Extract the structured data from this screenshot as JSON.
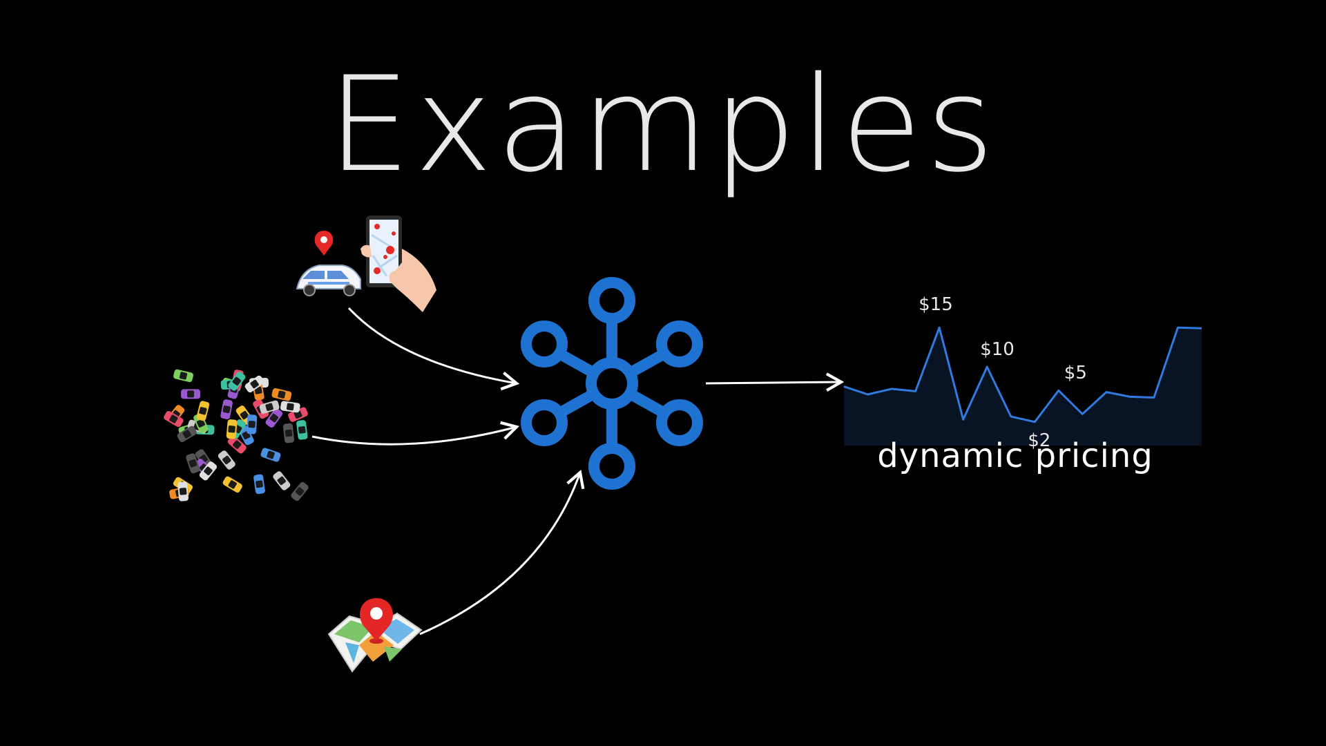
{
  "slide": {
    "title": "Examples",
    "caption": "dynamic pricing",
    "hub_icon": "network-hub-icon",
    "inputs": [
      {
        "icon": "ride-hailing-app-icon"
      },
      {
        "icon": "traffic-cars-icon"
      },
      {
        "icon": "map-location-pin-icon"
      }
    ],
    "colors": {
      "background": "#000000",
      "hub": "#1e73d2",
      "price_line": "#2f7be0",
      "chart_fill": "#081324",
      "arrows": "#ffffff"
    }
  },
  "chart_data": {
    "type": "line",
    "title": "",
    "xlabel": "",
    "ylabel": "",
    "ylim": [
      0,
      18
    ],
    "x": [
      1,
      2,
      3,
      4,
      5,
      6,
      7,
      8,
      9,
      10,
      11,
      12,
      13,
      14,
      15,
      16
    ],
    "series": [
      {
        "values": [
          7.5,
          6.5,
          7.2,
          6.9,
          15.0,
          3.3,
          10.0,
          3.7,
          3.0,
          7.0,
          4.0,
          6.8,
          6.2,
          6.1,
          15.0,
          14.9
        ]
      }
    ],
    "annotations": [
      {
        "text": "$15",
        "x": 5,
        "y": 15.0
      },
      {
        "text": "$10",
        "x": 7,
        "y": 10.0
      },
      {
        "text": "$5",
        "x": 10,
        "y": 7.0
      },
      {
        "text": "$2",
        "x": 9,
        "y": 3.0
      }
    ]
  }
}
